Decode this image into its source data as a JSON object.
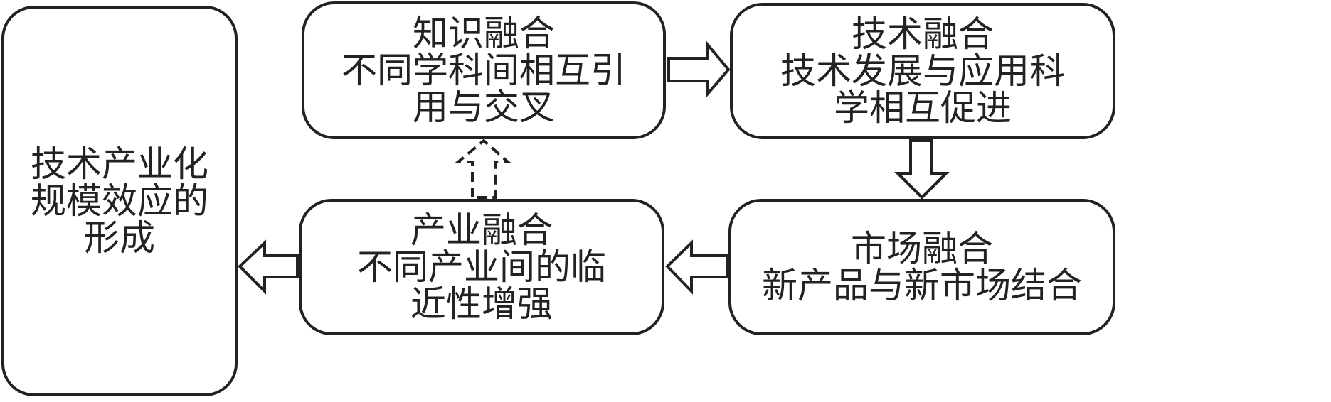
{
  "nodes": {
    "scale": {
      "lines": [
        "技术产业化",
        "规模效应的",
        "形成"
      ]
    },
    "knowledge": {
      "lines": [
        "知识融合",
        "不同学科间相互引",
        "用与交叉"
      ]
    },
    "technology": {
      "lines": [
        "技术融合",
        "技术发展与应用科",
        "学相互促进"
      ]
    },
    "market": {
      "lines": [
        "市场融合",
        "新产品与新市场结合"
      ]
    },
    "industry": {
      "lines": [
        "产业融合",
        "不同产业间的临",
        "近性增强"
      ]
    }
  },
  "arrows": [
    {
      "from": "knowledge",
      "to": "technology",
      "style": "solid"
    },
    {
      "from": "technology",
      "to": "market",
      "style": "solid"
    },
    {
      "from": "market",
      "to": "industry",
      "style": "solid"
    },
    {
      "from": "industry",
      "to": "scale",
      "style": "solid"
    },
    {
      "from": "industry",
      "to": "knowledge",
      "style": "dashed"
    }
  ],
  "colors": {
    "stroke": "#222222",
    "fill": "#ffffff",
    "text": "#222222"
  }
}
